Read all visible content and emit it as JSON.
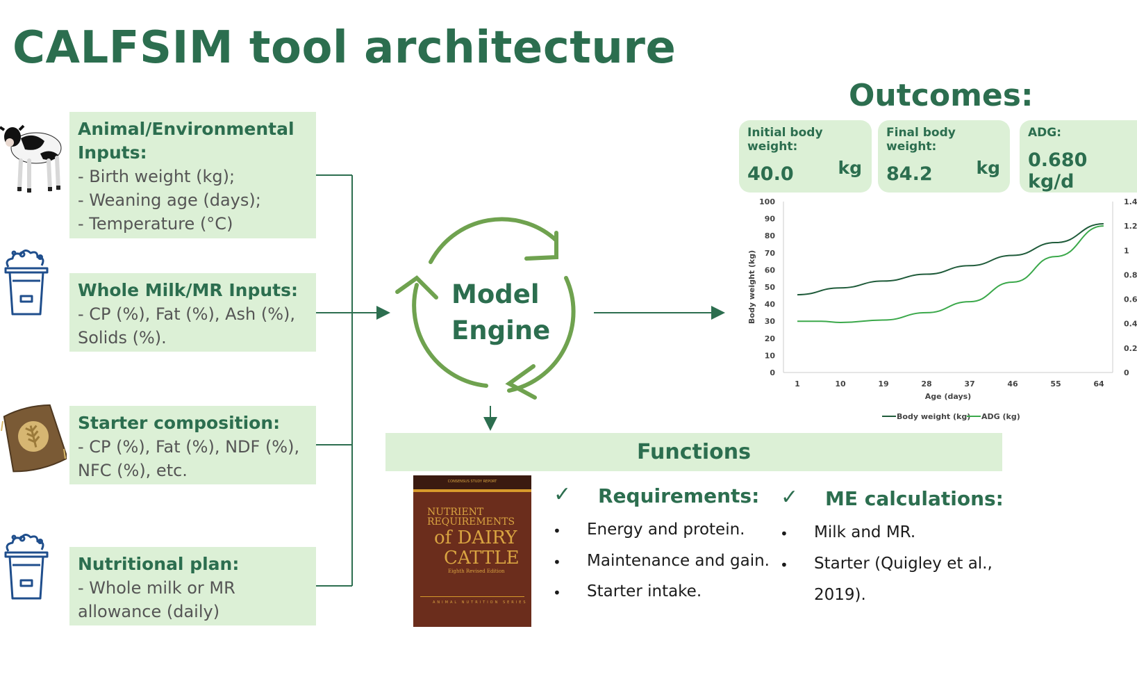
{
  "title": "CALFSIM tool architecture",
  "inputs": [
    {
      "heading": "Animal/Environmental Inputs:",
      "lines": [
        "- Birth weight (kg);",
        "- Weaning age (days);",
        "- Temperature (°C)"
      ],
      "icon": "calf-icon"
    },
    {
      "heading": "Whole Milk/MR Inputs:",
      "lines": [
        "- CP (%), Fat (%), Ash (%),",
        "Solids (%)."
      ],
      "icon": "milk-bucket-icon"
    },
    {
      "heading": "Starter composition:",
      "lines": [
        "- CP (%), Fat (%), NDF (%),",
        "NFC (%), etc."
      ],
      "icon": "feed-sack-icon"
    },
    {
      "heading": "Nutritional plan:",
      "lines": [
        "- Whole milk or MR",
        "allowance (daily)"
      ],
      "icon": "milk-bucket-icon"
    }
  ],
  "engine": {
    "line1": "Model",
    "line2": "Engine"
  },
  "outcomes": {
    "title": "Outcomes:",
    "cards": [
      {
        "label": "Initial body weight:",
        "value": "40.0",
        "unit": "kg"
      },
      {
        "label": "Final body weight:",
        "value": "84.2",
        "unit": "kg"
      },
      {
        "label": "ADG:",
        "value": "0.680 kg/d",
        "unit": ""
      }
    ]
  },
  "chart_data": {
    "type": "line",
    "title": "",
    "xlabel": "Age (days)",
    "ylabel": "Body weight (kg)",
    "y2label": "",
    "x_ticks": [
      "1",
      "10",
      "19",
      "28",
      "37",
      "46",
      "55",
      "64"
    ],
    "y_ticks": [
      "0",
      "10",
      "20",
      "30",
      "40",
      "50",
      "60",
      "70",
      "80",
      "90",
      "100"
    ],
    "y2_ticks": [
      "0",
      "0.2",
      "0.4",
      "0.6",
      "0.8",
      "1",
      "1.2",
      "1.4"
    ],
    "ylim": [
      0,
      100
    ],
    "y2lim": [
      0,
      1.4
    ],
    "xlim": [
      1,
      64
    ],
    "grid": false,
    "legend_position": "bottom",
    "series": [
      {
        "name": "Body weight (kg)",
        "axis": "left",
        "color": "#1f5b3a",
        "x": [
          1,
          10,
          19,
          28,
          37,
          46,
          55,
          65
        ],
        "values": [
          45.5,
          49.5,
          53.5,
          57.5,
          62.5,
          68.5,
          76.0,
          87.0
        ]
      },
      {
        "name": "ADG (kg)",
        "axis": "right",
        "color": "#3aa84a",
        "x": [
          1,
          6,
          10,
          19,
          28,
          37,
          46,
          55,
          65
        ],
        "values": [
          0.42,
          0.42,
          0.41,
          0.43,
          0.49,
          0.58,
          0.74,
          0.95,
          1.2
        ]
      }
    ]
  },
  "functions": {
    "title": "Functions",
    "book": {
      "header": "CONSENSUS STUDY REPORT",
      "line1": "NUTRIENT",
      "line2": "REQUIREMENTS",
      "line3": "of DAIRY",
      "line4": "CATTLE",
      "edition": "Eighth Revised Edition",
      "series": "ANIMAL NUTRITION SERIES"
    },
    "requirements": {
      "heading": "Requirements:",
      "items": [
        "Energy and protein.",
        "Maintenance and gain.",
        "Starter intake."
      ]
    },
    "me": {
      "heading": "ME calculations:",
      "items": [
        "Milk and MR.",
        "Starter (Quigley et al.,",
        "2019)."
      ]
    }
  },
  "colors": {
    "accent": "#2c6e4f",
    "box": "#dcf0d6",
    "cycle": "#6fa24f"
  }
}
